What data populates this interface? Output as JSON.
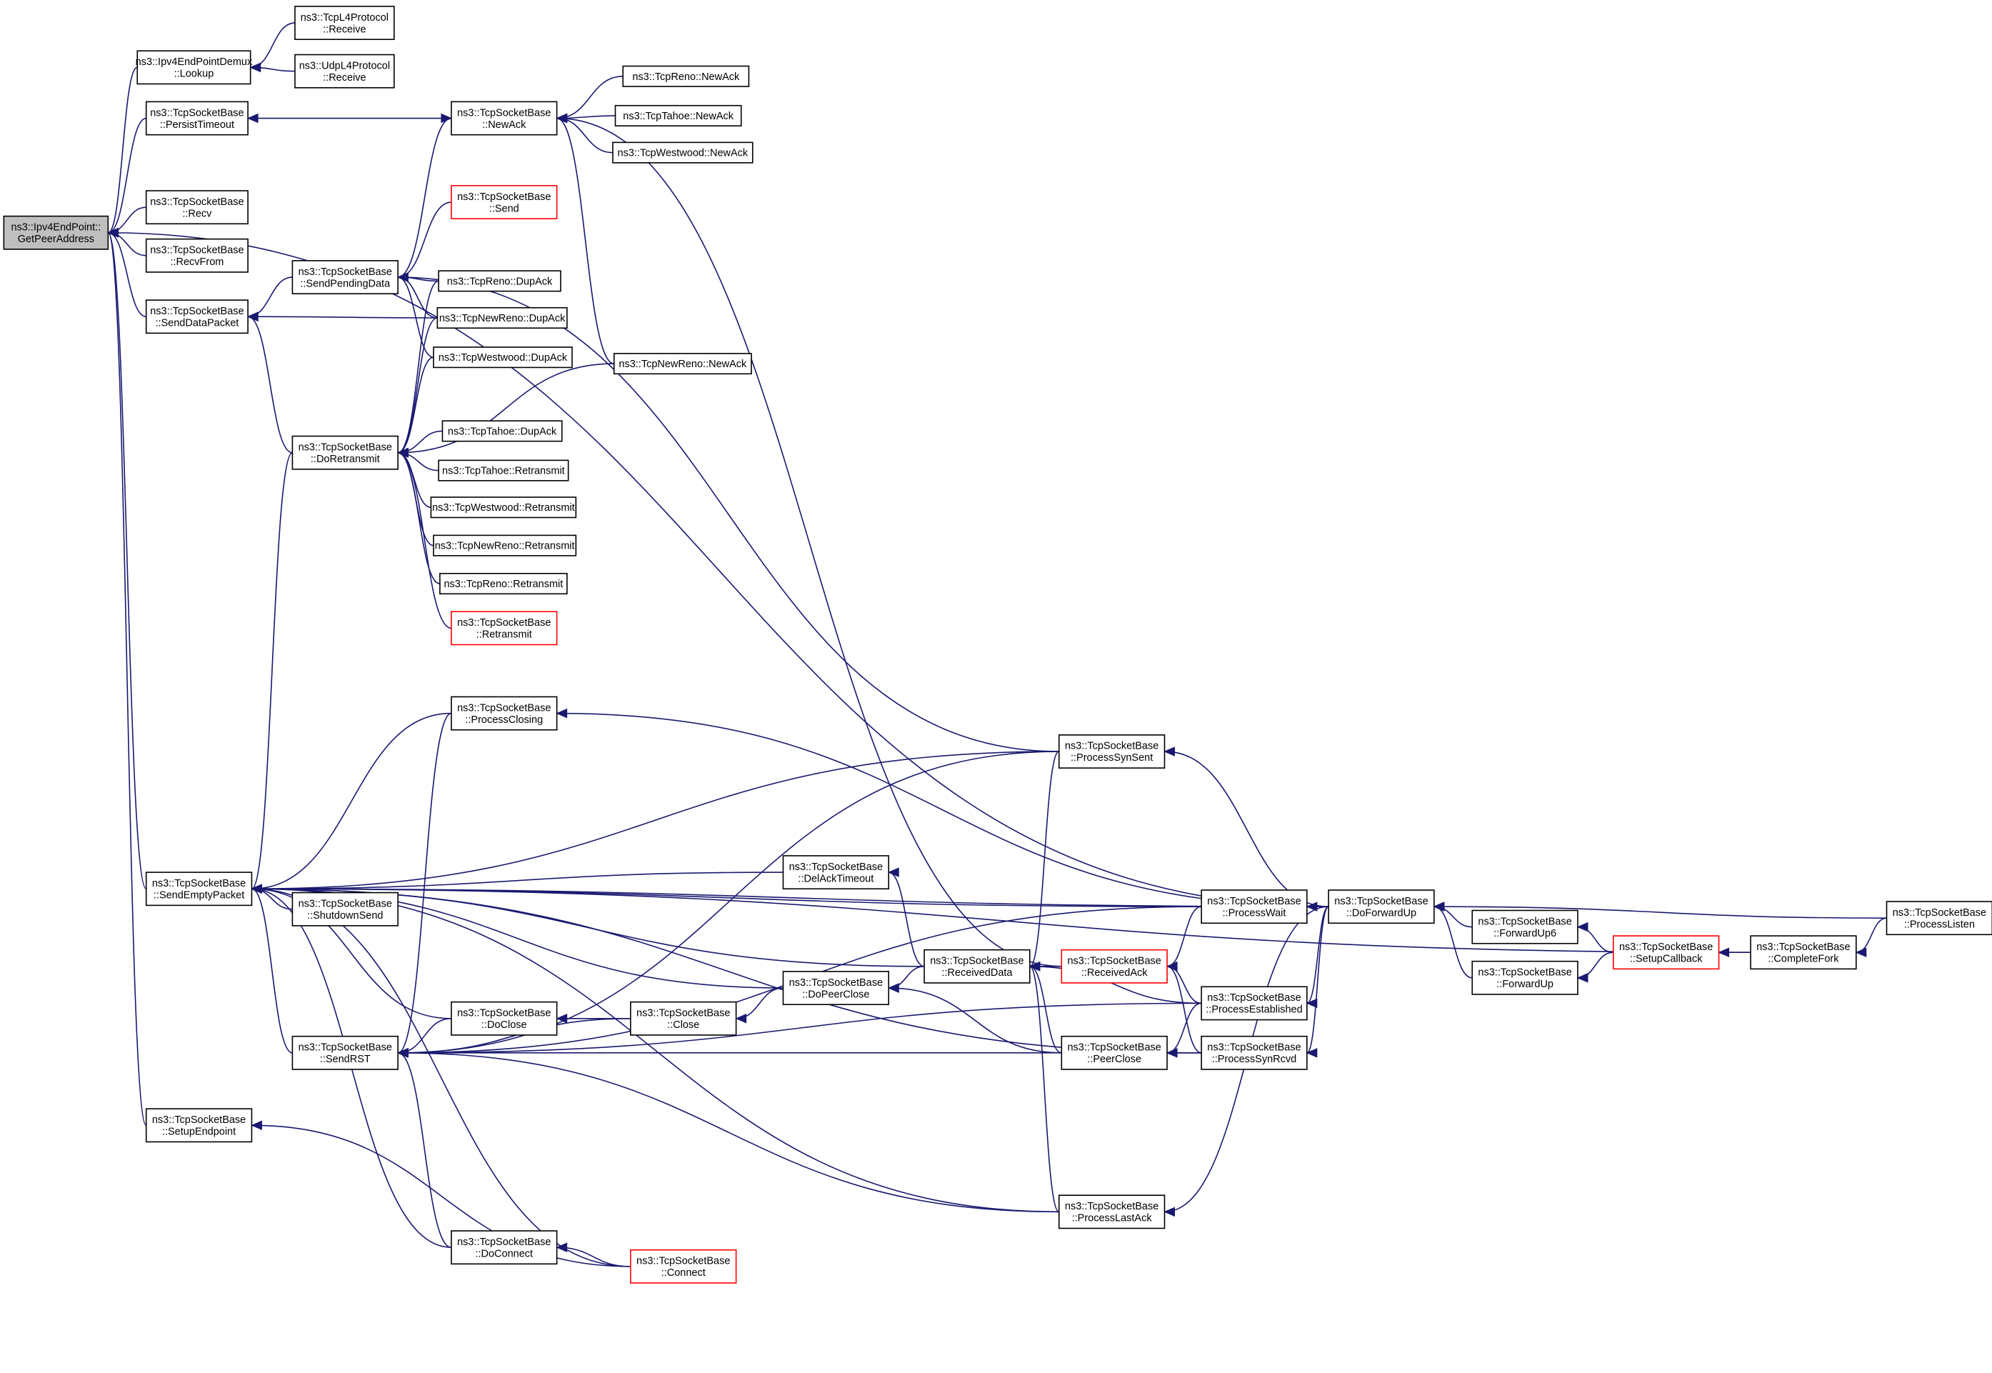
{
  "graph": {
    "edge_color": "#191970",
    "highlight_color": "#bfbfbf",
    "truncated_color": "#ff0000",
    "nodes": [
      {
        "id": "gpa",
        "lines": [
          "ns3::Ipv4EndPoint::",
          "GetPeerAddress"
        ],
        "style": "focus"
      },
      {
        "id": "lookup",
        "lines": [
          "ns3::Ipv4EndPointDemux",
          "::Lookup"
        ]
      },
      {
        "id": "tcpl4",
        "lines": [
          "ns3::TcpL4Protocol",
          "::Receive"
        ]
      },
      {
        "id": "udpl4",
        "lines": [
          "ns3::UdpL4Protocol",
          "::Receive"
        ]
      },
      {
        "id": "persist",
        "lines": [
          "ns3::TcpSocketBase",
          "::PersistTimeout"
        ]
      },
      {
        "id": "recv",
        "lines": [
          "ns3::TcpSocketBase",
          "::Recv"
        ]
      },
      {
        "id": "recvfrom",
        "lines": [
          "ns3::TcpSocketBase",
          "::RecvFrom"
        ]
      },
      {
        "id": "senddatapacket",
        "lines": [
          "ns3::TcpSocketBase",
          "::SendDataPacket"
        ]
      },
      {
        "id": "sendemptypacket",
        "lines": [
          "ns3::TcpSocketBase",
          "::SendEmptyPacket"
        ]
      },
      {
        "id": "setupendpoint",
        "lines": [
          "ns3::TcpSocketBase",
          "::SetupEndpoint"
        ]
      },
      {
        "id": "newack",
        "lines": [
          "ns3::TcpSocketBase",
          "::NewAck"
        ]
      },
      {
        "id": "send",
        "lines": [
          "ns3::TcpSocketBase",
          "::Send"
        ],
        "style": "red"
      },
      {
        "id": "sendpending",
        "lines": [
          "ns3::TcpSocketBase",
          "::SendPendingData"
        ]
      },
      {
        "id": "doretransmit",
        "lines": [
          "ns3::TcpSocketBase",
          "::DoRetransmit"
        ]
      },
      {
        "id": "renonewack",
        "lines": [
          "ns3::TcpReno::NewAck"
        ]
      },
      {
        "id": "tahoenewack",
        "lines": [
          "ns3::TcpTahoe::NewAck"
        ]
      },
      {
        "id": "westwoodnewack",
        "lines": [
          "ns3::TcpWestwood::NewAck"
        ]
      },
      {
        "id": "renodupack",
        "lines": [
          "ns3::TcpReno::DupAck"
        ]
      },
      {
        "id": "newrenodupack",
        "lines": [
          "ns3::TcpNewReno::DupAck"
        ]
      },
      {
        "id": "westwooddupack",
        "lines": [
          "ns3::TcpWestwood::DupAck"
        ]
      },
      {
        "id": "newrenonewack",
        "lines": [
          "ns3::TcpNewReno::NewAck"
        ]
      },
      {
        "id": "tahoedupack",
        "lines": [
          "ns3::TcpTahoe::DupAck"
        ]
      },
      {
        "id": "tahoeretransmit",
        "lines": [
          "ns3::TcpTahoe::Retransmit"
        ]
      },
      {
        "id": "westwoodretransmit",
        "lines": [
          "ns3::TcpWestwood::Retransmit"
        ]
      },
      {
        "id": "newrenoretransmit",
        "lines": [
          "ns3::TcpNewReno::Retransmit"
        ]
      },
      {
        "id": "renoretransmit",
        "lines": [
          "ns3::TcpReno::Retransmit"
        ]
      },
      {
        "id": "baseretransmit",
        "lines": [
          "ns3::TcpSocketBase",
          "::Retransmit"
        ],
        "style": "red"
      },
      {
        "id": "processclosing",
        "lines": [
          "ns3::TcpSocketBase",
          "::ProcessClosing"
        ]
      },
      {
        "id": "shutdownsend",
        "lines": [
          "ns3::TcpSocketBase",
          "::ShutdownSend"
        ]
      },
      {
        "id": "sendrst",
        "lines": [
          "ns3::TcpSocketBase",
          "::SendRST"
        ]
      },
      {
        "id": "doclose",
        "lines": [
          "ns3::TcpSocketBase",
          "::DoClose"
        ]
      },
      {
        "id": "doconnect",
        "lines": [
          "ns3::TcpSocketBase",
          "::DoConnect"
        ]
      },
      {
        "id": "close",
        "lines": [
          "ns3::TcpSocketBase",
          "::Close"
        ]
      },
      {
        "id": "connect",
        "lines": [
          "ns3::TcpSocketBase",
          "::Connect"
        ],
        "style": "red"
      },
      {
        "id": "delacktimeout",
        "lines": [
          "ns3::TcpSocketBase",
          "::DelAckTimeout"
        ]
      },
      {
        "id": "dopeerclose",
        "lines": [
          "ns3::TcpSocketBase",
          "::DoPeerClose"
        ]
      },
      {
        "id": "receiveddata",
        "lines": [
          "ns3::TcpSocketBase",
          "::ReceivedData"
        ]
      },
      {
        "id": "receivedack",
        "lines": [
          "ns3::TcpSocketBase",
          "::ReceivedAck"
        ],
        "style": "red"
      },
      {
        "id": "processsynsent",
        "lines": [
          "ns3::TcpSocketBase",
          "::ProcessSynSent"
        ]
      },
      {
        "id": "processwait",
        "lines": [
          "ns3::TcpSocketBase",
          "::ProcessWait"
        ]
      },
      {
        "id": "processestablished",
        "lines": [
          "ns3::TcpSocketBase",
          "::ProcessEstablished"
        ]
      },
      {
        "id": "peerclose",
        "lines": [
          "ns3::TcpSocketBase",
          "::PeerClose"
        ]
      },
      {
        "id": "processsynrcvd",
        "lines": [
          "ns3::TcpSocketBase",
          "::ProcessSynRcvd"
        ]
      },
      {
        "id": "processlastack",
        "lines": [
          "ns3::TcpSocketBase",
          "::ProcessLastAck"
        ]
      },
      {
        "id": "doforwardup",
        "lines": [
          "ns3::TcpSocketBase",
          "::DoForwardUp"
        ]
      },
      {
        "id": "forwardup6",
        "lines": [
          "ns3::TcpSocketBase",
          "::ForwardUp6"
        ]
      },
      {
        "id": "forwardup",
        "lines": [
          "ns3::TcpSocketBase",
          "::ForwardUp"
        ]
      },
      {
        "id": "setupcallback",
        "lines": [
          "ns3::TcpSocketBase",
          "::SetupCallback"
        ],
        "style": "red"
      },
      {
        "id": "completefork",
        "lines": [
          "ns3::TcpSocketBase",
          "::CompleteFork"
        ]
      },
      {
        "id": "processlisten",
        "lines": [
          "ns3::TcpSocketBase",
          "::ProcessListen"
        ]
      }
    ],
    "edges": [
      [
        "lookup",
        "gpa"
      ],
      [
        "tcpl4",
        "lookup"
      ],
      [
        "udpl4",
        "lookup"
      ],
      [
        "persist",
        "gpa"
      ],
      [
        "recv",
        "gpa"
      ],
      [
        "recvfrom",
        "gpa"
      ],
      [
        "senddatapacket",
        "gpa"
      ],
      [
        "sendemptypacket",
        "gpa"
      ],
      [
        "setupendpoint",
        "gpa"
      ],
      [
        "doforwardup",
        "gpa"
      ],
      [
        "newack",
        "persist"
      ],
      [
        "renonewack",
        "newack"
      ],
      [
        "tahoenewack",
        "newack"
      ],
      [
        "westwoodnewack",
        "newack"
      ],
      [
        "newrenonewack",
        "newack"
      ],
      [
        "receivedack",
        "newack"
      ],
      [
        "sendpending",
        "newack"
      ],
      [
        "sendpending",
        "senddatapacket"
      ],
      [
        "doretransmit",
        "senddatapacket"
      ],
      [
        "newrenodupack",
        "senddatapacket"
      ],
      [
        "send",
        "sendpending"
      ],
      [
        "processsynsent",
        "sendpending"
      ],
      [
        "renodupack",
        "sendpending"
      ],
      [
        "newrenodupack",
        "sendpending"
      ],
      [
        "westwooddupack",
        "sendpending"
      ],
      [
        "renodupack",
        "doretransmit"
      ],
      [
        "newrenodupack",
        "doretransmit"
      ],
      [
        "westwooddupack",
        "doretransmit"
      ],
      [
        "newrenonewack",
        "doretransmit"
      ],
      [
        "tahoedupack",
        "doretransmit"
      ],
      [
        "tahoeretransmit",
        "doretransmit"
      ],
      [
        "westwoodretransmit",
        "doretransmit"
      ],
      [
        "newrenoretransmit",
        "doretransmit"
      ],
      [
        "renoretransmit",
        "doretransmit"
      ],
      [
        "baseretransmit",
        "doretransmit"
      ],
      [
        "doretransmit",
        "sendemptypacket"
      ],
      [
        "processclosing",
        "sendemptypacket"
      ],
      [
        "processsynsent",
        "sendemptypacket"
      ],
      [
        "processwait",
        "sendemptypacket"
      ],
      [
        "receiveddata",
        "sendemptypacket"
      ],
      [
        "delacktimeout",
        "sendemptypacket"
      ],
      [
        "shutdownsend",
        "sendemptypacket"
      ],
      [
        "dopeerclose",
        "sendemptypacket"
      ],
      [
        "doclose",
        "sendemptypacket"
      ],
      [
        "sendrst",
        "sendemptypacket"
      ],
      [
        "processsynrcvd",
        "sendemptypacket"
      ],
      [
        "doconnect",
        "sendemptypacket"
      ],
      [
        "connect",
        "sendemptypacket"
      ],
      [
        "completefork",
        "sendemptypacket"
      ],
      [
        "doforwardup",
        "sendemptypacket"
      ],
      [
        "processlastack",
        "sendemptypacket"
      ],
      [
        "doforwardup",
        "processclosing"
      ],
      [
        "processclosing",
        "sendrst"
      ],
      [
        "processsynsent",
        "sendrst"
      ],
      [
        "processwait",
        "sendrst"
      ],
      [
        "doclose",
        "sendrst"
      ],
      [
        "close",
        "sendrst"
      ],
      [
        "processsynrcvd",
        "sendrst"
      ],
      [
        "doconnect",
        "sendrst"
      ],
      [
        "processlastack",
        "sendrst"
      ],
      [
        "processestablished",
        "sendrst"
      ],
      [
        "close",
        "doclose"
      ],
      [
        "connect",
        "doconnect"
      ],
      [
        "connect",
        "setupendpoint"
      ],
      [
        "dopeerclose",
        "close"
      ],
      [
        "receiveddata",
        "dopeerclose"
      ],
      [
        "peerclose",
        "dopeerclose"
      ],
      [
        "receiveddata",
        "delacktimeout"
      ],
      [
        "receivedack",
        "receiveddata"
      ],
      [
        "processestablished",
        "receiveddata"
      ],
      [
        "peerclose",
        "receiveddata"
      ],
      [
        "processlastack",
        "receiveddata"
      ],
      [
        "processsynsent",
        "receiveddata"
      ],
      [
        "processwait",
        "receivedack"
      ],
      [
        "processestablished",
        "receivedack"
      ],
      [
        "processsynrcvd",
        "receivedack"
      ],
      [
        "processestablished",
        "peerclose"
      ],
      [
        "processsynrcvd",
        "peerclose"
      ],
      [
        "doforwardup",
        "processsynsent"
      ],
      [
        "doforwardup",
        "processwait"
      ],
      [
        "doforwardup",
        "processestablished"
      ],
      [
        "doforwardup",
        "processsynrcvd"
      ],
      [
        "doforwardup",
        "processlastack"
      ],
      [
        "forwardup6",
        "doforwardup"
      ],
      [
        "forwardup",
        "doforwardup"
      ],
      [
        "processlisten",
        "doforwardup"
      ],
      [
        "setupcallback",
        "forwardup6"
      ],
      [
        "setupcallback",
        "forwardup"
      ],
      [
        "completefork",
        "setupcallback"
      ],
      [
        "processlisten",
        "completefork"
      ]
    ]
  }
}
